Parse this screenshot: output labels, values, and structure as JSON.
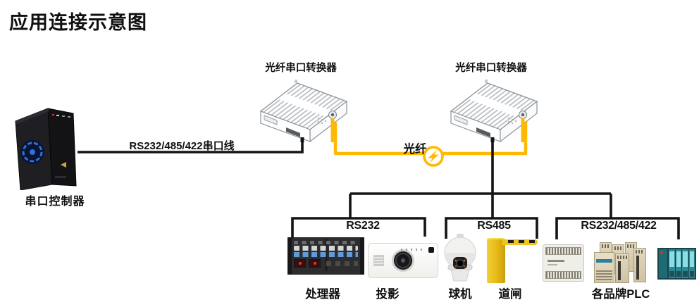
{
  "title": "应用连接示意图",
  "colors": {
    "fiber_yellow": "#FFB900",
    "line_black": "#141414"
  },
  "nodes": {
    "controller": {
      "label": "串口控制器"
    },
    "converter_left": {
      "label": "光纤串口转换器"
    },
    "converter_right": {
      "label": "光纤串口转换器"
    }
  },
  "links": {
    "serial_cable": {
      "label": "RS232/485/422串口线"
    },
    "fiber": {
      "label": "光纤"
    }
  },
  "buses": [
    {
      "id": "rs232",
      "label": "RS232",
      "devices": [
        "处理器",
        "投影"
      ]
    },
    {
      "id": "rs485",
      "label": "RS485",
      "devices": [
        "球机",
        "道闸"
      ]
    },
    {
      "id": "rs232-485-422",
      "label": "RS232/485/422",
      "devices": [
        "各品牌PLC"
      ]
    }
  ],
  "devices": {
    "processor": {
      "label": "处理器"
    },
    "projector": {
      "label": "投影"
    },
    "dome_camera": {
      "label": "球机"
    },
    "barrier_gate": {
      "label": "道闸"
    },
    "plc": {
      "label": "各品牌PLC"
    }
  },
  "icons": {
    "fiber_surge": "lightning-in-circle"
  }
}
